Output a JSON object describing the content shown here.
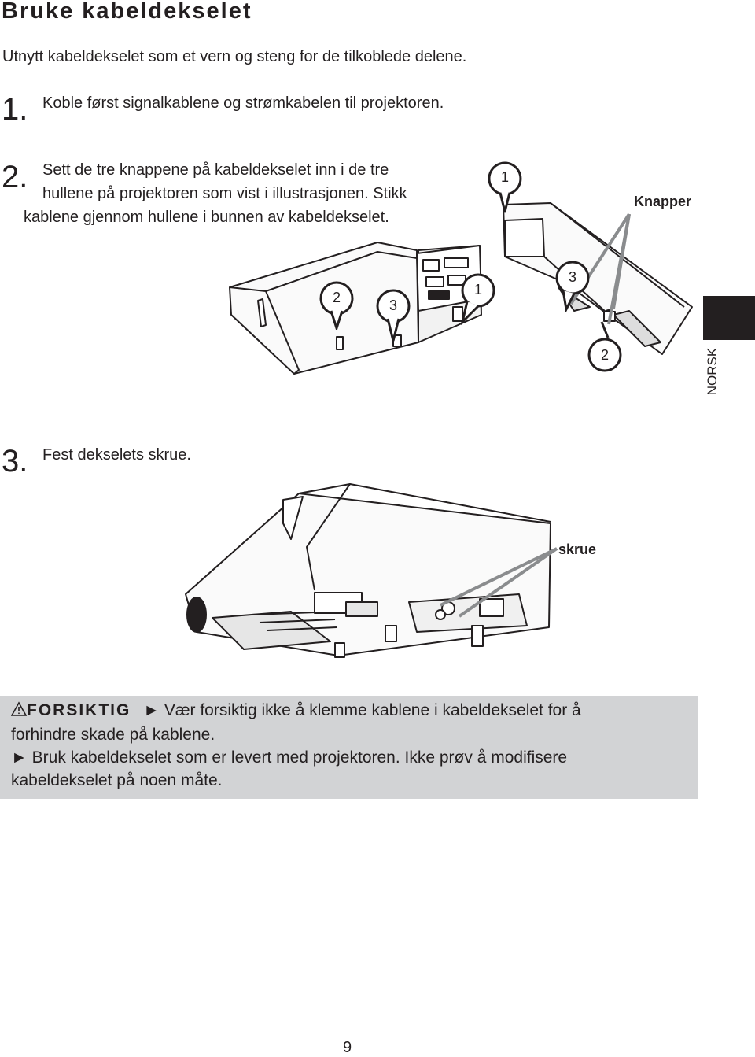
{
  "heading": "Bruke kabeldekselet",
  "intro": "Utnytt kabeldekselet som et vern og steng for de tilkoblede delene.",
  "steps": [
    {
      "number": "1.",
      "text": "Koble først signalkablene og strømkabelen til projektoren."
    },
    {
      "number": "2.",
      "line1": "Sett de tre knappene på kabeldekselet inn i de tre",
      "line2": "hullene på projektoren som vist i illustrasjonen. Stikk",
      "line3": "kablene gjennom hullene i bunnen av kabeldekselet."
    },
    {
      "number": "3.",
      "text": "Fest dekselets skrue."
    }
  ],
  "figure1": {
    "label_knapper": "Knapper",
    "callouts": [
      "1",
      "2",
      "3",
      "1",
      "3",
      "2"
    ]
  },
  "figure2": {
    "label_skrue": "skrue"
  },
  "side_tab": {
    "label": "NORSK"
  },
  "caution": {
    "warning_icon": "warning-triangle-icon",
    "heading": "FORSIKTIG",
    "bullet_icon": "play-arrow-icon",
    "bullet1_first": "Vær forsiktig ikke å klemme kablene i kabeldekselet for å",
    "bullet1_second": "forhindre skade på kablene.",
    "bullet2_first": "Bruk kabeldekselet som er levert med projektoren. Ikke prøv å modifisere",
    "bullet2_second": "kabeldekselet på noen måte."
  },
  "page_number": "9"
}
